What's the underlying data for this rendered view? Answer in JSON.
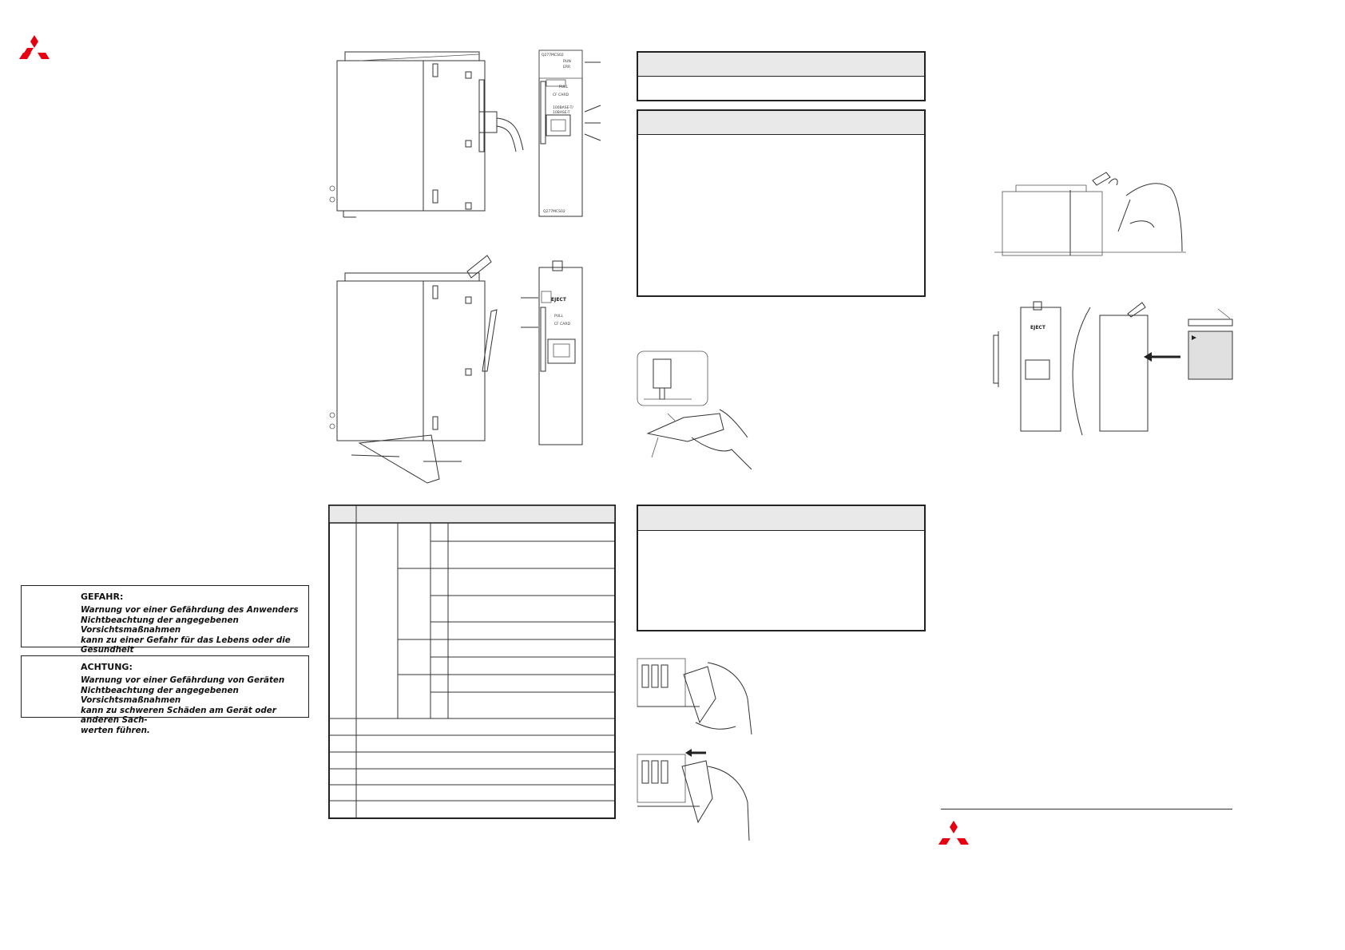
{
  "brand": {
    "logo_color": "#e60012"
  },
  "warnings": [
    {
      "title": "GEFAHR:",
      "text": "Warnung vor einer Gefährdung des Anwenders\nNichtbeachtung der angegebenen Vorsichtsmaßnahmen\nkann  zu einer Gefahr für das Lebens oder die Gesundheit\ndes Anwenders führen."
    },
    {
      "title": "ACHTUNG:",
      "text": "Warnung vor einer Gefährdung von Geräten\nNichtbeachtung der angegebenen Vorsichtsmaßnahmen\nkann zu schweren Schäden am Gerät oder anderen Sach-\nwerten führen."
    }
  ],
  "module_labels": {
    "model": "Q277MCS02",
    "run": "RUN",
    "err": "ERR",
    "pull": "PULL",
    "cf_card": "CF CARD",
    "ethernet": "100BASE-T/\n10BASE-T",
    "eject": "EJECT",
    "bottom_model": "Q277MCS02"
  },
  "icons": {
    "top_logo": "mitsubishi-three-diamonds-icon",
    "bottom_logo": "mitsubishi-three-diamonds-icon"
  }
}
